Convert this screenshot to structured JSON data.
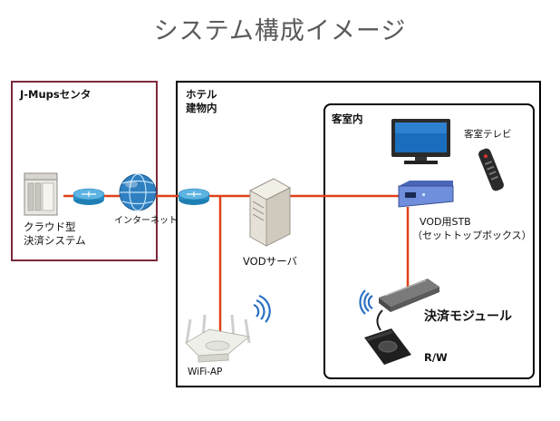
{
  "title": "システム構成イメージ",
  "labels": {
    "center_title": "J-Mupsセンタ",
    "cloud_line1": "クラウド型",
    "cloud_line2": "決済システム",
    "internet": "インターネット",
    "hotel_line1": "ホテル",
    "hotel_line2": "建物内",
    "room_title": "客室内",
    "tv": "客室テレビ",
    "stb_line1": "VOD用STB",
    "stb_line2": "（セットトップボックス）",
    "vod_server": "VODサーバ",
    "payment_module": "決済モジュール",
    "rw": "R/W",
    "wifi_ap": "WiFi-AP"
  },
  "icons": [
    "server-rack-icon",
    "router-icon",
    "globe-icon",
    "router-icon",
    "tower-server-icon",
    "tv-icon",
    "remote-control-icon",
    "set-top-box-icon",
    "payment-module-icon",
    "card-reader-icon",
    "wifi-access-point-icon"
  ],
  "colors": {
    "link": "#e0401a",
    "center_border": "#7b2a3a",
    "title": "#5a5a5a"
  }
}
